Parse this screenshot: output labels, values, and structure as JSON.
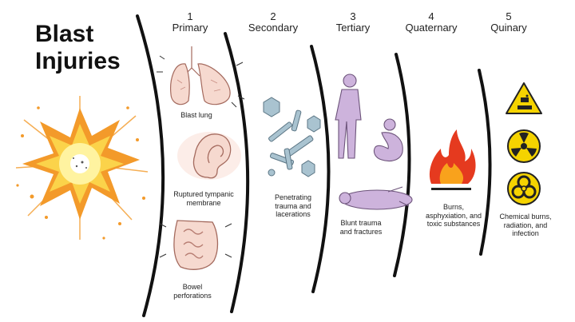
{
  "title": "Blast Injuries",
  "phases": [
    {
      "num": "1",
      "name": "Primary"
    },
    {
      "num": "2",
      "name": "Secondary"
    },
    {
      "num": "3",
      "name": "Tertiary"
    },
    {
      "num": "4",
      "name": "Quaternary"
    },
    {
      "num": "5",
      "name": "Quinary"
    }
  ],
  "captions": {
    "blast_lung": "Blast lung",
    "tympanic": "Ruptured tympanic membrane",
    "bowel": "Bowel perforations",
    "penetrating": "Penetrating trauma and lacerations",
    "blunt": "Blunt trauma and fractures",
    "burns": "Burns, asphyxiation, and toxic substances",
    "chemical": "Chemical burns, radiation, and infection"
  },
  "colors": {
    "arc": "#111111",
    "explosion_core": "#fff3a0",
    "explosion_outer": "#f39a2a",
    "organ": "#f6d9cf",
    "organ_line": "#a46a5e",
    "debris": "#a9c3d0",
    "person": "#cdb3dc",
    "fire_red": "#e53a1f",
    "fire_orange": "#f9a21c",
    "hazard_yellow": "#f5d300"
  }
}
